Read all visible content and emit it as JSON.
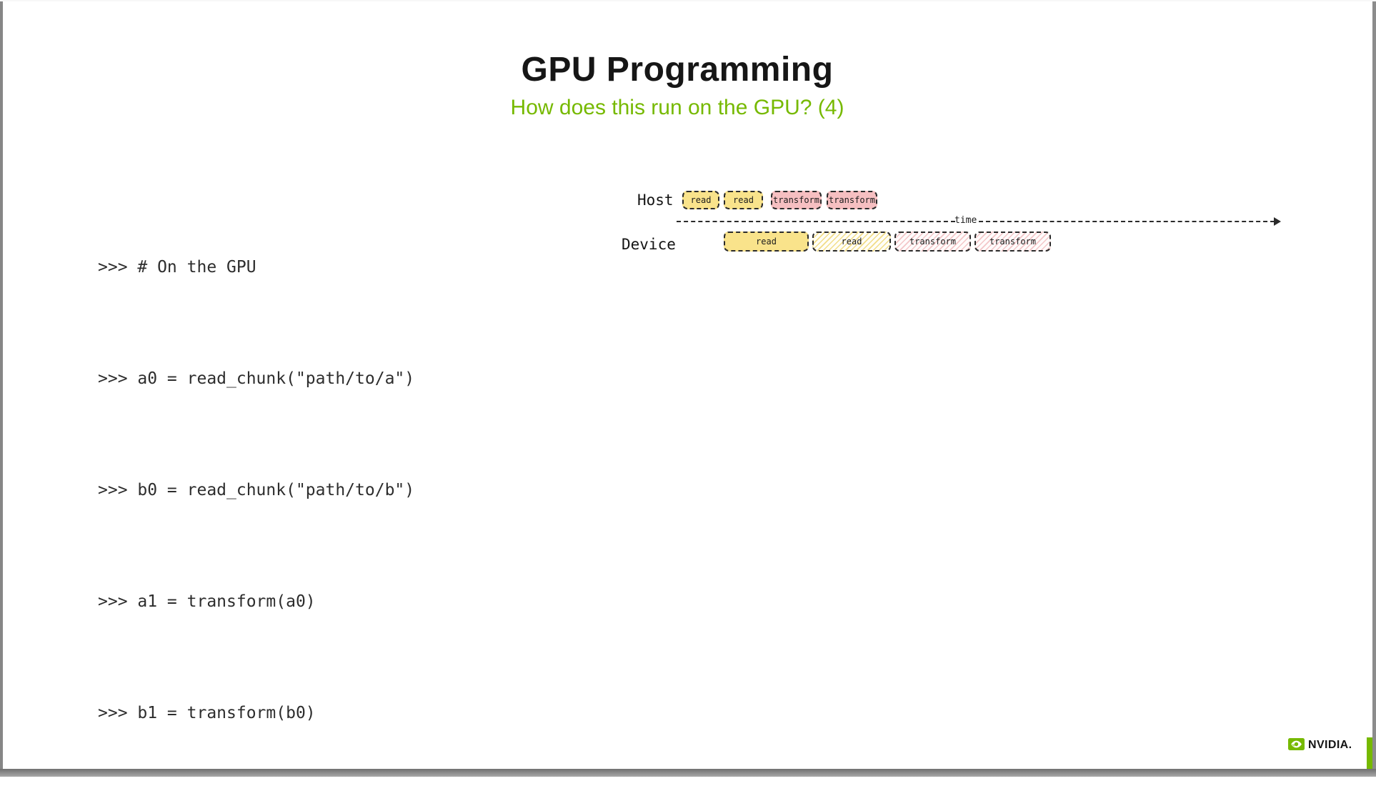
{
  "slide": {
    "title": "GPU Programming",
    "subtitle": "How does this run on the GPU? (4)"
  },
  "code": {
    "lines": [
      ">>> # On the GPU",
      ">>> a0 = read_chunk(\"path/to/a\")",
      ">>> b0 = read_chunk(\"path/to/b\")",
      ">>> a1 = transform(a0)",
      ">>> b1 = transform(b0)"
    ]
  },
  "diagram": {
    "host_label": "Host",
    "device_label": "Device",
    "time_label": "time",
    "host_boxes": [
      {
        "label": "read",
        "style": "solid-yellow"
      },
      {
        "label": "read",
        "style": "solid-yellow"
      },
      {
        "label": "transform",
        "style": "solid-pink"
      },
      {
        "label": "transform",
        "style": "solid-pink"
      }
    ],
    "device_boxes": [
      {
        "label": "read",
        "style": "solid-yellow"
      },
      {
        "label": "read",
        "style": "hatched-yellow"
      },
      {
        "label": "transform",
        "style": "hatched-pink"
      },
      {
        "label": "transform",
        "style": "hatched-pink"
      }
    ],
    "colors": {
      "solid_yellow": "#f9e38b",
      "solid_pink": "#f6bfc1",
      "box_border": "#2b2b2b",
      "accent_green": "#76b900"
    }
  },
  "footer": {
    "brand": "NVIDIA."
  }
}
